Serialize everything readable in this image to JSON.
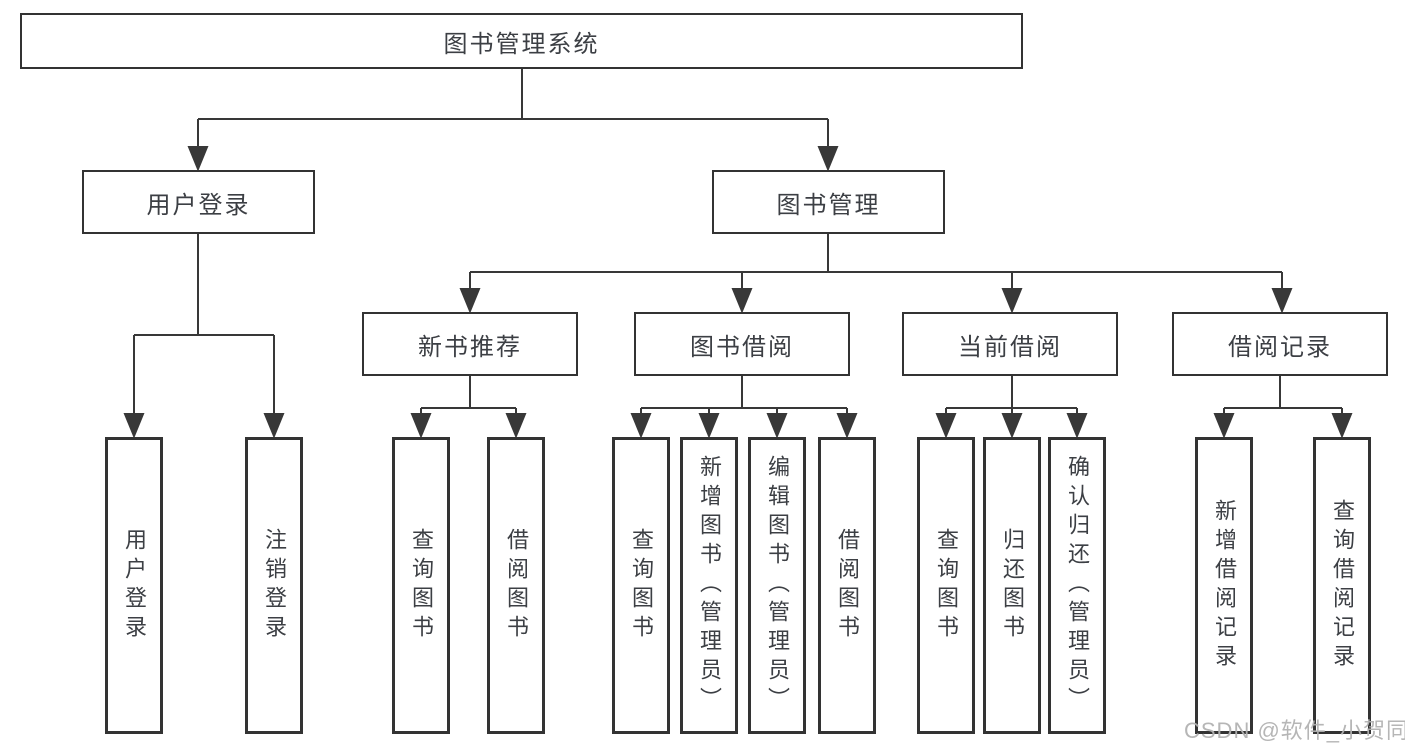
{
  "colors": {
    "line": "#383838",
    "box_border": "#333333",
    "text": "#3c3f44",
    "watermark": "#b2b2b2",
    "background": "#ffffff"
  },
  "tree": {
    "root": {
      "label": "图书管理系统",
      "children": [
        {
          "label": "用户登录",
          "children": [
            {
              "label": "用户登录"
            },
            {
              "label": "注销登录"
            }
          ]
        },
        {
          "label": "图书管理",
          "children": [
            {
              "label": "新书推荐",
              "children": [
                {
                  "label": "查询图书"
                },
                {
                  "label": "借阅图书"
                }
              ]
            },
            {
              "label": "图书借阅",
              "children": [
                {
                  "label": "查询图书"
                },
                {
                  "label": "新增图书（管理员）"
                },
                {
                  "label": "编辑图书（管理员）"
                },
                {
                  "label": "借阅图书"
                }
              ]
            },
            {
              "label": "当前借阅",
              "children": [
                {
                  "label": "查询图书"
                },
                {
                  "label": "归还图书"
                },
                {
                  "label": "确认归还（管理员）"
                }
              ]
            },
            {
              "label": "借阅记录",
              "children": [
                {
                  "label": "新增借阅记录"
                },
                {
                  "label": "查询借阅记录"
                }
              ]
            }
          ]
        }
      ]
    }
  },
  "watermark": {
    "text": "CSDN @软件_小贺同学"
  }
}
